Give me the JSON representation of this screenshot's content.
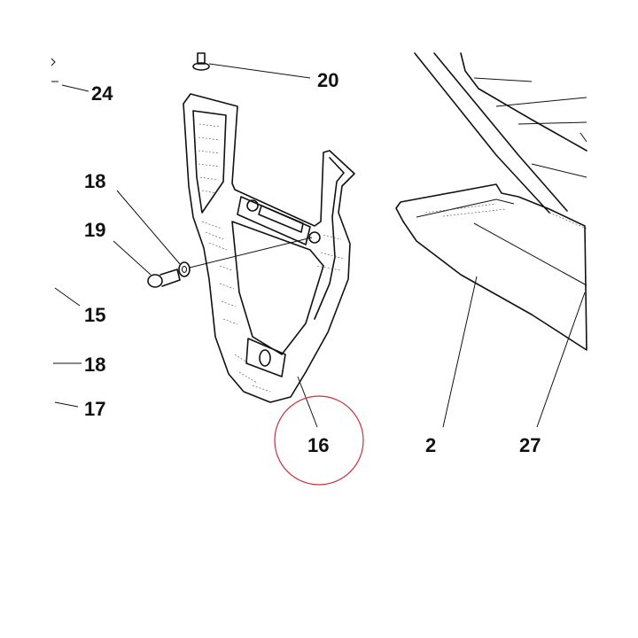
{
  "labels": {
    "l24": "24",
    "l20": "20",
    "l18a": "18",
    "l19": "19",
    "l15": "15",
    "l18b": "18",
    "l17": "17",
    "l16": "16",
    "l2": "2",
    "l27": "27"
  },
  "highlight": {
    "color": "#c8333a",
    "target": "16"
  }
}
